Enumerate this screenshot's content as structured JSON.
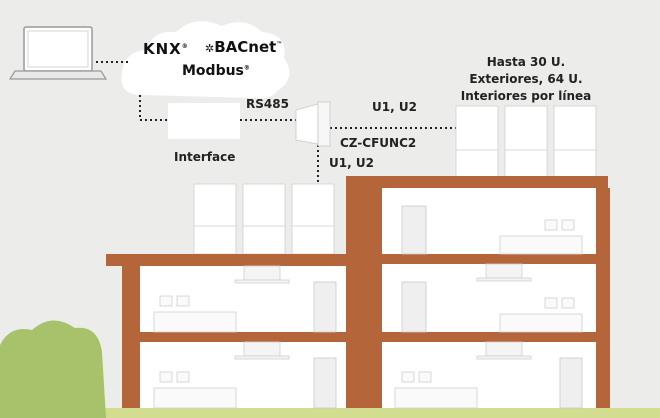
{
  "protocols": {
    "knx": "KNX",
    "bacnet": "BACnet",
    "modbus": "Modbus"
  },
  "labels": {
    "rs485": "RS485",
    "u1u2_top": "U1, U2",
    "u1u2_side": "U1, U2",
    "controller": "CZ-CFUNC2",
    "interface": "Interface",
    "capacity_line1": "Hasta 30 U.",
    "capacity_line2": "Exteriores, 64 U.",
    "capacity_line3": "Interiores por línea"
  },
  "colors": {
    "background": "#ececea",
    "building_brick": "#b5653a",
    "bush": "#a8c26c",
    "ground": "#d3dd8f",
    "dotted_line": "#222222"
  }
}
